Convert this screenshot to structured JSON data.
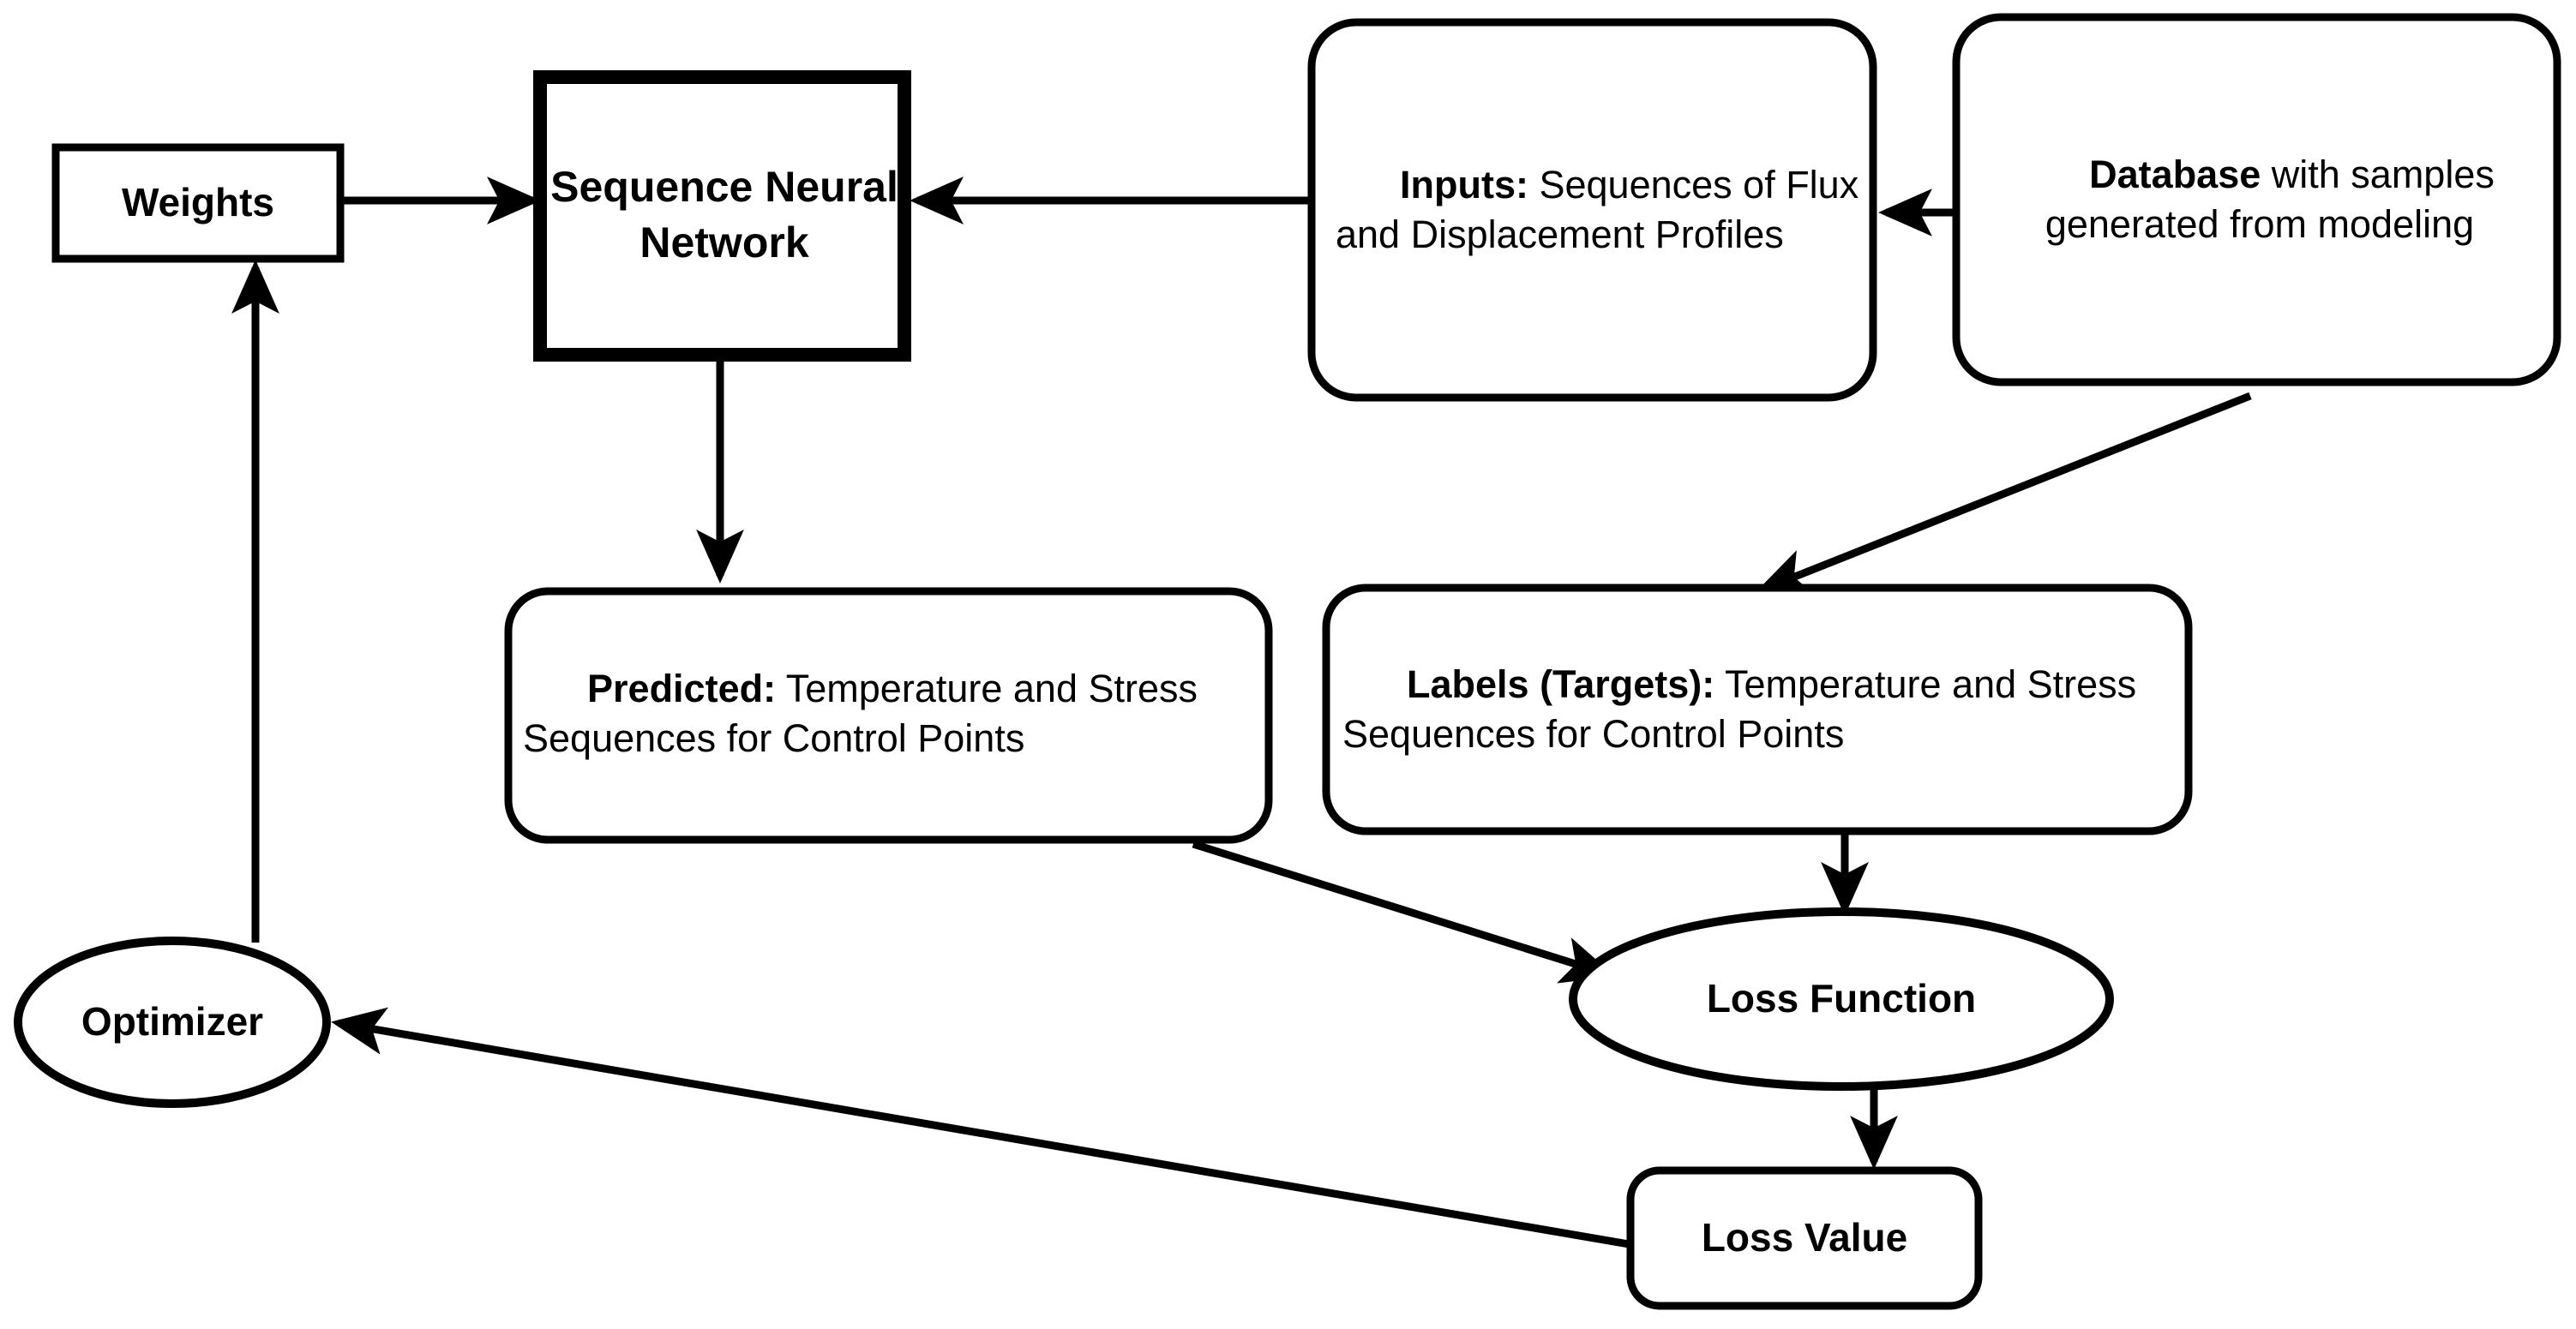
{
  "diagram": {
    "title": "Neural network training loop for sequence prediction",
    "background_color": "#ffffff",
    "line_color": "#000000",
    "nodes": {
      "weights": {
        "id": "weights",
        "shape": "rectangle",
        "label": "Weights",
        "bold": true
      },
      "sequence_neural_network": {
        "id": "sequence-neural-network",
        "shape": "rectangle-thick",
        "label": "Sequence Neural Network",
        "bold": true
      },
      "inputs": {
        "id": "inputs",
        "shape": "rounded-rectangle",
        "label_bold": "Inputs:",
        "label_rest": " Sequences of Flux and Displacement Profiles",
        "label_full": "Inputs: Sequences of Flux and Displacement Profiles"
      },
      "database": {
        "id": "database",
        "shape": "rounded-rectangle",
        "label_bold": "Database",
        "label_rest": " with samples generated from modeling",
        "label_full": "Database with samples generated from modeling"
      },
      "predicted": {
        "id": "predicted",
        "shape": "rounded-rectangle",
        "label_bold": "Predicted:",
        "label_rest": " Temperature and Stress  Sequences for Control Points",
        "label_full": "Predicted: Temperature and Stress  Sequences for Control Points"
      },
      "labels_targets": {
        "id": "labels-targets",
        "shape": "rounded-rectangle",
        "label_bold": "Labels (Targets):",
        "label_rest": " Temperature and Stress  Sequences for Control Points",
        "label_full": "Labels (Targets): Temperature and Stress  Sequences for Control Points"
      },
      "optimizer": {
        "id": "optimizer",
        "shape": "ellipse",
        "label": "Optimizer",
        "bold": true
      },
      "loss_function": {
        "id": "loss-function",
        "shape": "ellipse",
        "label": "Loss Function",
        "bold": true
      },
      "loss_value": {
        "id": "loss-value",
        "shape": "rounded-rectangle",
        "label": "Loss Value",
        "bold": true
      }
    },
    "edges": [
      {
        "from": "weights",
        "to": "sequence_neural_network",
        "style": "straight-arrow",
        "direction": "right"
      },
      {
        "from": "inputs",
        "to": "sequence_neural_network",
        "style": "straight-arrow",
        "direction": "left"
      },
      {
        "from": "database",
        "to": "inputs",
        "style": "straight-arrow",
        "direction": "left"
      },
      {
        "from": "database",
        "to": "labels_targets",
        "style": "diagonal-arrow",
        "direction": "down-left"
      },
      {
        "from": "sequence_neural_network",
        "to": "predicted",
        "style": "straight-arrow",
        "direction": "down"
      },
      {
        "from": "predicted",
        "to": "loss_function",
        "style": "diagonal-arrow",
        "direction": "down-right"
      },
      {
        "from": "labels_targets",
        "to": "loss_function",
        "style": "straight-arrow",
        "direction": "down"
      },
      {
        "from": "loss_function",
        "to": "loss_value",
        "style": "straight-arrow",
        "direction": "down"
      },
      {
        "from": "loss_value",
        "to": "optimizer",
        "style": "diagonal-arrow",
        "direction": "left"
      },
      {
        "from": "optimizer",
        "to": "weights",
        "style": "straight-arrow",
        "direction": "up"
      }
    ]
  }
}
